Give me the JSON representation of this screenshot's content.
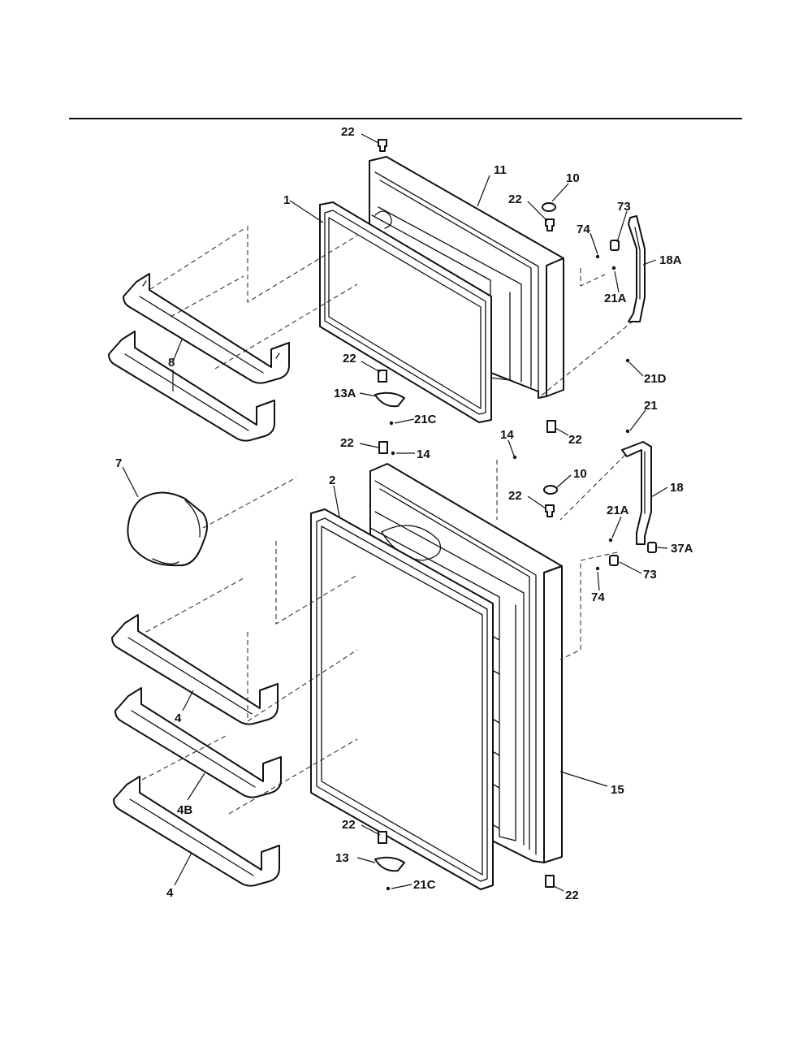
{
  "callouts": {
    "c1": "1",
    "c2": "2",
    "c4a": "4",
    "c4b": "4",
    "c4B": "4B",
    "c7": "7",
    "c8": "8",
    "c10a": "10",
    "c10b": "10",
    "c11": "11",
    "c13": "13",
    "c13A": "13A",
    "c14a": "14",
    "c14b": "14",
    "c15": "15",
    "c18": "18",
    "c18A": "18A",
    "c21": "21",
    "c21Aa": "21A",
    "c21Ab": "21A",
    "c21Ca": "21C",
    "c21Cb": "21C",
    "c21D": "21D",
    "c22a": "22",
    "c22b": "22",
    "c22c": "22",
    "c22d": "22",
    "c22e": "22",
    "c22f": "22",
    "c22g": "22",
    "c22h": "22",
    "c37A": "37A",
    "c73a": "73",
    "c73b": "73",
    "c74a": "74",
    "c74b": "74"
  }
}
